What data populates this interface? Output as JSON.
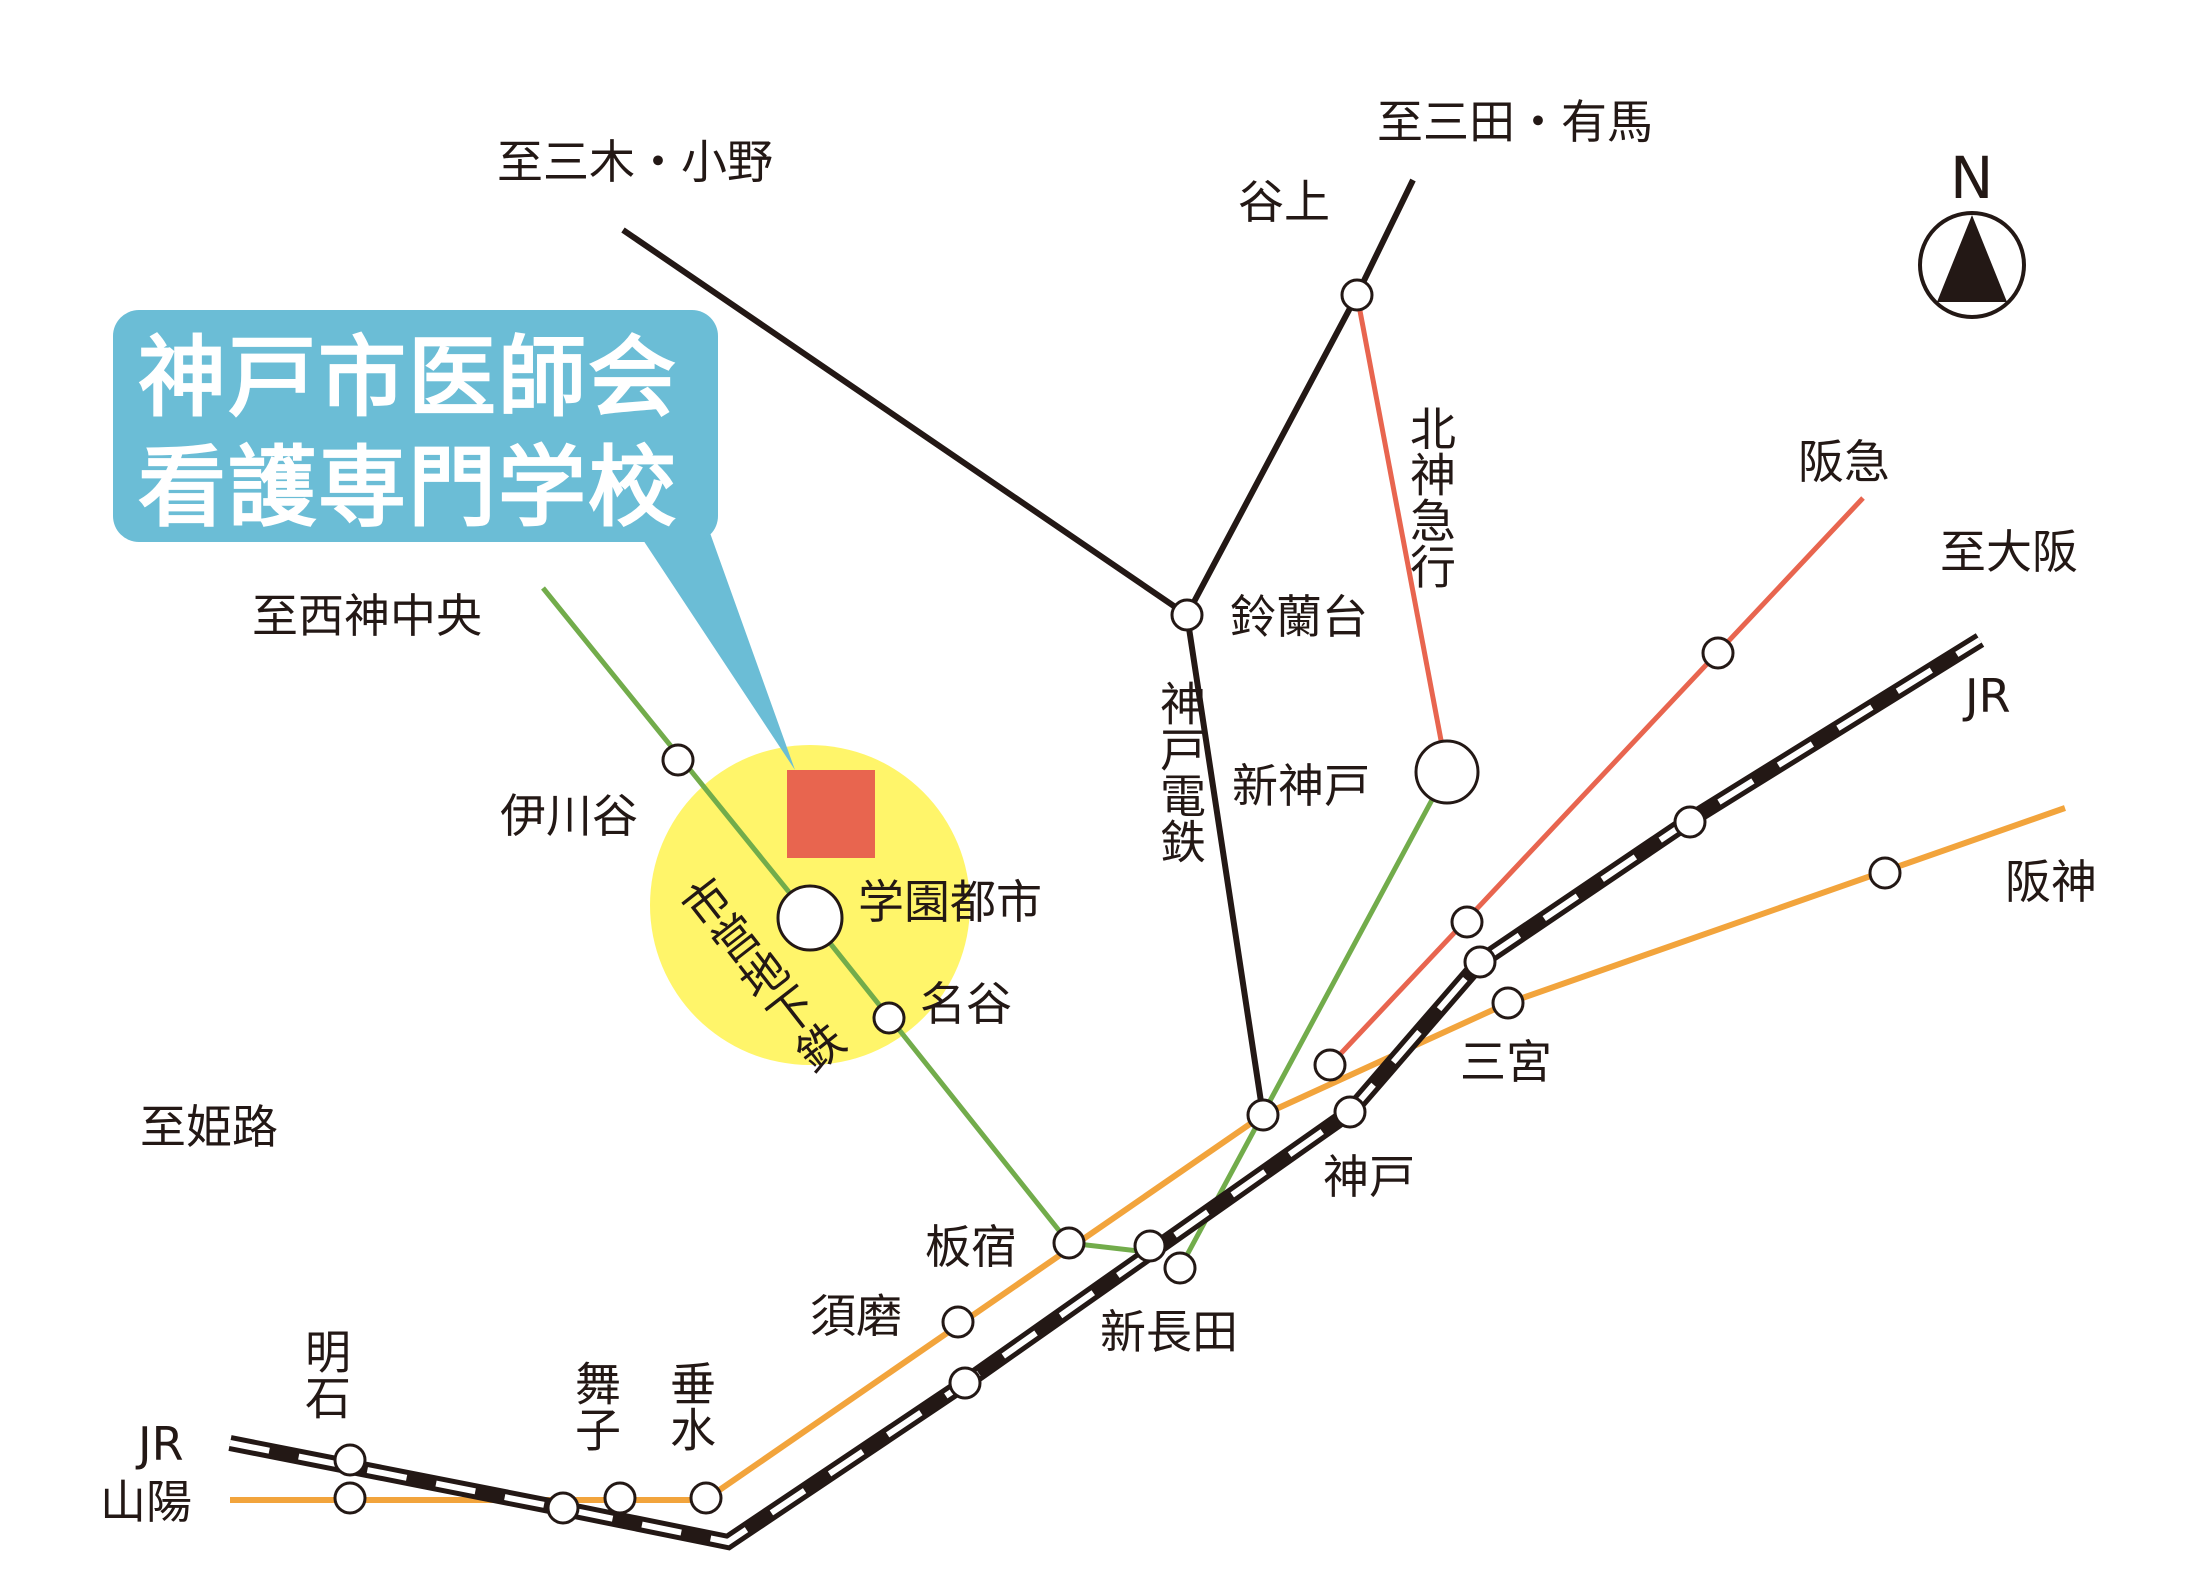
{
  "school": {
    "name_line1": "神戸市医師会",
    "name_line2": "看護専門学校"
  },
  "compass": {
    "letter": "N"
  },
  "colors": {
    "callout": "#6bbdd6",
    "school_marker": "#e8654f",
    "highlight": "#fff56a",
    "jr": "#231815",
    "sanyo": "#f2a43c",
    "hanshin": "#f2a43c",
    "hankyu": "#e8654f",
    "hokushin": "#e8654f",
    "subway": "#72ac4b",
    "kobe_dentetsu": "#231815"
  },
  "directions": {
    "miki_ono": "至三木・小野",
    "sanda_arima": "至三田・有馬",
    "seishin_chuo": "至西神中央",
    "osaka": "至大阪",
    "himeji": "至姫路"
  },
  "lines": {
    "hankyu": "阪急",
    "jr_east": "JR",
    "hanshin": "阪神",
    "jr_west": "JR",
    "sanyo": "山陽",
    "hokushin_kyuko": "北神急行",
    "kobe_dentetsu": "神戸電鉄",
    "subway": "市営地下鉄"
  },
  "stations": {
    "tanigami": "谷上",
    "suzurandai": "鈴蘭台",
    "shinkobe": "新神戸",
    "ikawadani": "伊川谷",
    "gakuentoshi": "学園都市",
    "myodani": "名谷",
    "sannomiya": "三宮",
    "kobe": "神戸",
    "itayado": "板宿",
    "suma": "須磨",
    "shinnagata": "新長田",
    "akashi": "明石",
    "maiko": "舞子",
    "tarumi": "垂水"
  }
}
